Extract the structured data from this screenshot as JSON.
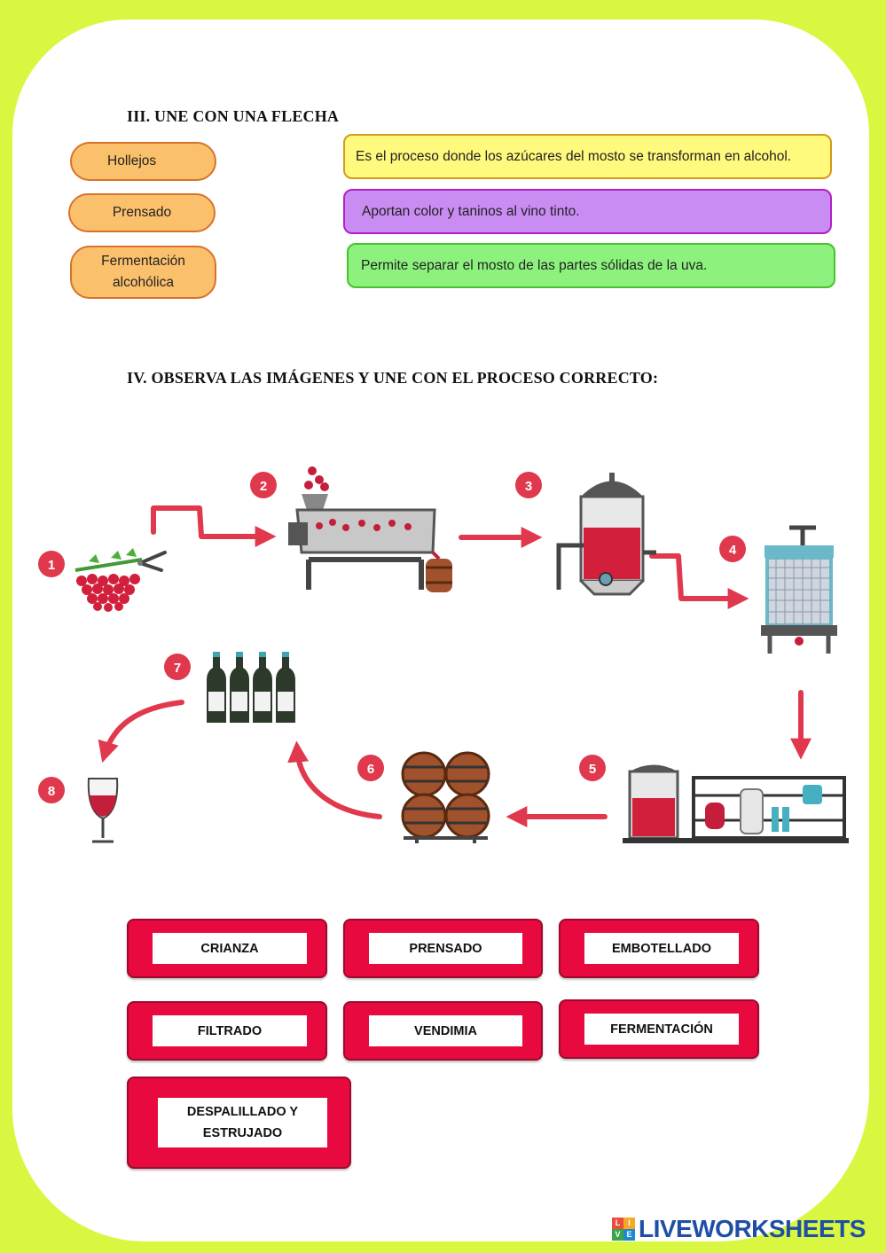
{
  "section3": {
    "title": "III.  UNE CON UNA FLECHA",
    "terms": [
      "Hollejos",
      "Prensado",
      "Fermentación alcohólica"
    ],
    "definitions": [
      {
        "text": "Es el proceso donde los azúcares del mosto se transforman en alcohol.",
        "color": "#fff97d",
        "border": "#d39a1b"
      },
      {
        "text": "Aportan color y taninos al vino tinto.",
        "color": "#c98cf2",
        "border": "#b81ec7"
      },
      {
        "text": "Permite separar el mosto de las partes sólidas de la uva.",
        "color": "#8cf27d",
        "border": "#48c02f"
      }
    ]
  },
  "section4": {
    "title": "IV. OBSERVA LAS IMÁGENES Y UNE CON EL PROCESO CORRECTO:",
    "step_numbers": [
      "1",
      "2",
      "3",
      "4",
      "5",
      "6",
      "7",
      "8"
    ],
    "options": [
      "CRIANZA",
      "PRENSADO",
      "EMBOTELLADO",
      "FILTRADO",
      "VENDIMIA",
      "FERMENTACIÓN",
      "DESPALILLADO Y ESTRUJADO"
    ]
  },
  "brand": {
    "logo_text": "LIVEWORKSHEETS",
    "mark_letters": [
      "L",
      "I",
      "V",
      "E"
    ]
  },
  "colors": {
    "background": "#d9f741",
    "accent_red": "#e8093f",
    "step_red": "#e0384c",
    "pill": "#fbc06c"
  }
}
